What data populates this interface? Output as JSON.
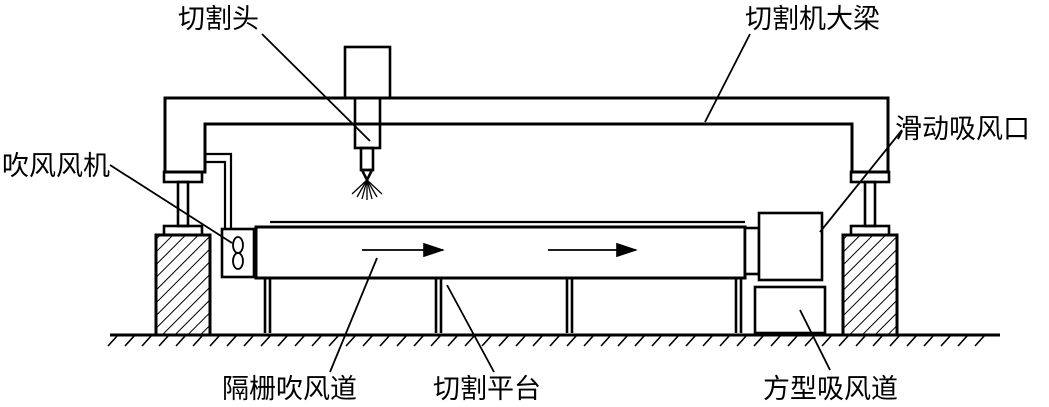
{
  "labels": {
    "cutting_head": "切割头",
    "beam": "切割机大梁",
    "blower_fan": "吹风风机",
    "sliding_suction_port": "滑动吸风口",
    "grid_blow_channel": "隔栅吹风道",
    "cutting_platform": "切割平台",
    "square_suction_duct": "方型吸风道"
  },
  "colors": {
    "line": "#000000",
    "background": "#ffffff"
  }
}
